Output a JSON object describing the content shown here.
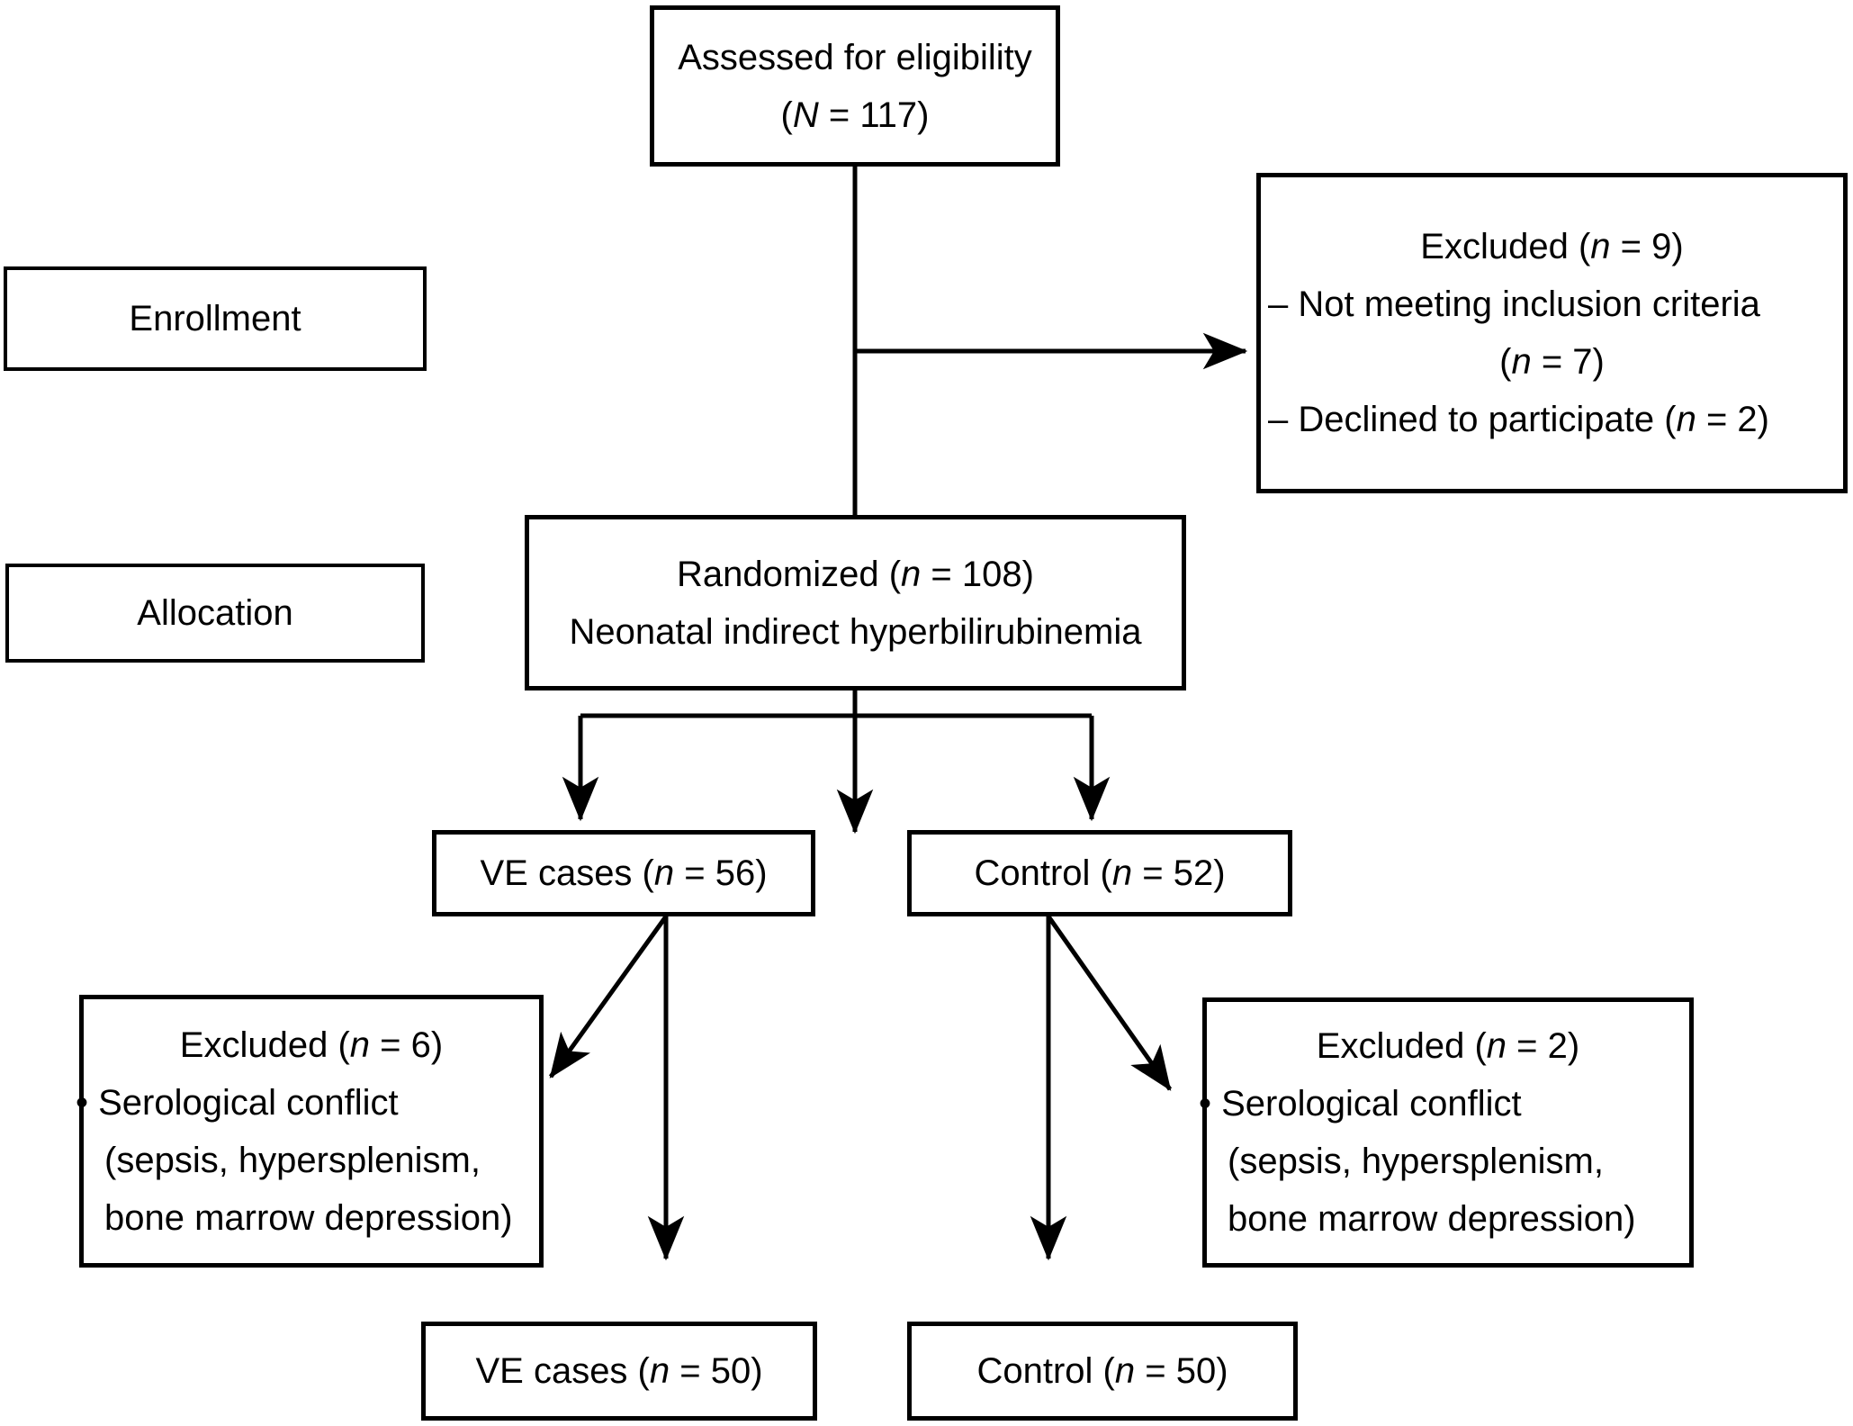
{
  "boxes": {
    "assessed": {
      "lines": [
        "Assessed for eligibility",
        "(*N* = 117)"
      ]
    },
    "enrollment": {
      "label": "Enrollment"
    },
    "excluded_enrollment": {
      "lines": [
        "Excluded (*n* = 9)",
        "– Not meeting inclusion criteria",
        "(*n* = 7)",
        "– Declined to participate (*n* = 2)"
      ]
    },
    "randomized": {
      "lines": [
        "Randomized (*n* = 108)",
        "Neonatal indirect hyperbilirubinemia"
      ]
    },
    "allocation": {
      "label": "Allocation"
    },
    "ve_cases": {
      "label": "VE cases (*n* = 56)"
    },
    "control": {
      "label": "Control (*n* = 52)"
    },
    "excluded_ve": {
      "lines": [
        "Excluded (*n* = 6)",
        "• Serological conflict",
        "(sepsis, hypersplenism,",
        "bone marrow depression)"
      ]
    },
    "excluded_control": {
      "lines": [
        "Excluded (*n* = 2)",
        "• Serological conflict",
        "(sepsis, hypersplenism,",
        "bone marrow depression)"
      ]
    },
    "ve_cases_final": {
      "label": "VE cases (*n* = 50)"
    },
    "control_final": {
      "label": "Control (*n* = 50)"
    }
  },
  "colors": {
    "line": "#000000",
    "text": "#000000",
    "background": "#ffffff"
  }
}
